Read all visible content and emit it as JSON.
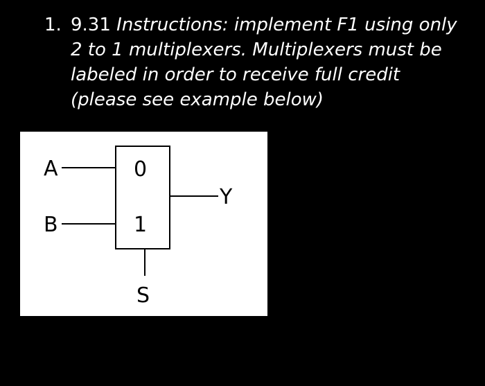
{
  "question": {
    "number": "1.",
    "ref": "9.31",
    "instructions": "Instructions: implement F1 using only 2 to 1 multiplexers. Multiplexers must be labeled in order to receive full credit (please see example below)"
  },
  "mux_example": {
    "input_a": "A",
    "input_b": "B",
    "port_0": "0",
    "port_1": "1",
    "output": "Y",
    "select": "S",
    "colors": {
      "background": "#ffffff",
      "stroke": "#000000"
    }
  },
  "page": {
    "background": "#000000",
    "text_color": "#ffffff"
  }
}
